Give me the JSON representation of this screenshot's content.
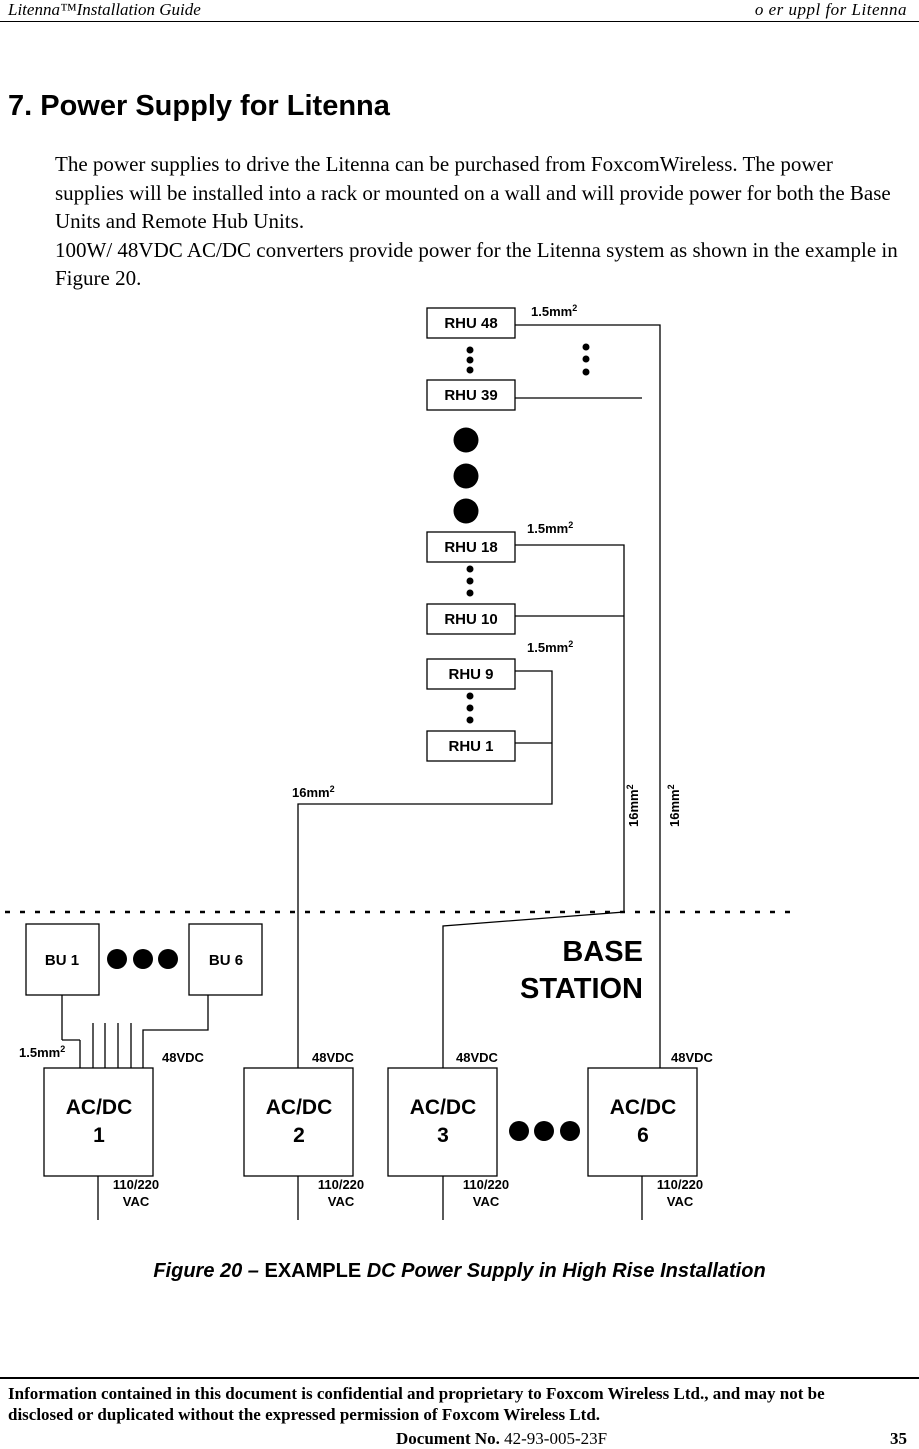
{
  "header": {
    "left": "Litenna™Installation Guide",
    "right": "o er uppl for Litenna"
  },
  "section": {
    "title": "7. Power Supply for Litenna",
    "paragraphs": [
      "The power supplies to drive the Litenna can be purchased from FoxcomWireless. The power supplies will be installed into a rack or mounted on a wall and will provide power for both the Base Units and Remote Hub Units.",
      "100W/ 48VDC AC/DC converters provide power for the Litenna system as shown in the example in Figure 20."
    ]
  },
  "diagram": {
    "rhu_boxes": [
      "RHU 48",
      "RHU 39",
      "RHU 18",
      "RHU 10",
      "RHU 9",
      "RHU 1"
    ],
    "bu_boxes": [
      "BU 1",
      "BU 6"
    ],
    "acdc_boxes": [
      {
        "line1": "AC/DC",
        "line2": "1"
      },
      {
        "line1": "AC/DC",
        "line2": "2"
      },
      {
        "line1": "AC/DC",
        "line2": "3"
      },
      {
        "line1": "AC/DC",
        "line2": "6"
      }
    ],
    "wire_small": "1.5mm",
    "wire_large": "16mm",
    "superscript": "2",
    "dc_label": "48VDC",
    "ac_label_line1": "110/220",
    "ac_label_line2": "VAC",
    "base_station_line1": "BASE",
    "base_station_line2": "STATION"
  },
  "caption": {
    "prefix": "Figure 20 – ",
    "emphasis": "EXAMPLE",
    "suffix": " DC Power Supply in High Rise Installation"
  },
  "footer": {
    "notice": "Information contained in this document is confidential and proprietary to Foxcom Wireless Ltd., and may not be disclosed or duplicated without the expressed permission of Foxcom Wireless Ltd.",
    "doc_label": "Document No.",
    "doc_number": " 42-93-005-23F",
    "page_number": "35"
  }
}
